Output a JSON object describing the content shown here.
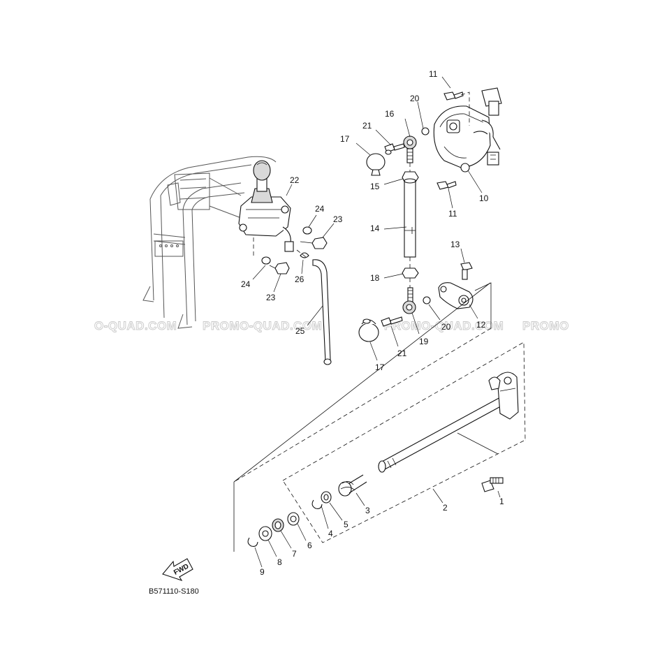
{
  "diagram": {
    "drawing_code": "B571110-S180",
    "fwd_label": "FWD",
    "watermark": {
      "left": "O-QUAD.COM",
      "center": "PROMO-QUAD.COM",
      "right": "PROMO"
    },
    "callouts": {
      "c1": "1",
      "c2": "2",
      "c3": "3",
      "c4": "4",
      "c5": "5",
      "c6": "6",
      "c7": "7",
      "c8": "8",
      "c9": "9",
      "c10": "10",
      "c11a": "11",
      "c11b": "11",
      "c12": "12",
      "c13": "13",
      "c14": "14",
      "c15": "15",
      "c16": "16",
      "c17a": "17",
      "c17b": "17",
      "c18": "18",
      "c19": "19",
      "c20a": "20",
      "c20b": "20",
      "c21a": "21",
      "c21b": "21",
      "c22": "22",
      "c23a": "23",
      "c23b": "23",
      "c24a": "24",
      "c24b": "24",
      "c25": "25",
      "c26": "26"
    }
  }
}
